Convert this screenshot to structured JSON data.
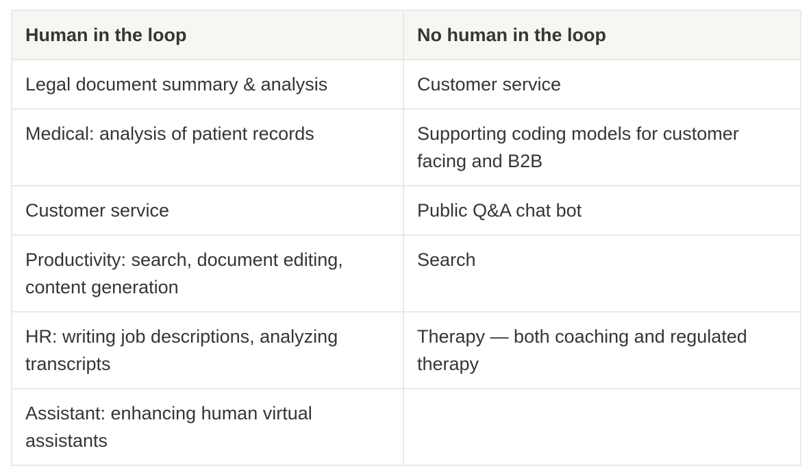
{
  "table": {
    "headers": [
      "Human in the loop",
      "No human in the loop"
    ],
    "rows": [
      [
        "Legal document summary & analysis",
        "Customer service"
      ],
      [
        "Medical: analysis of patient records",
        "Supporting coding models for customer facing and B2B"
      ],
      [
        "Customer service",
        "Public Q&A chat bot"
      ],
      [
        "Productivity: search, document editing, content generation",
        "Search"
      ],
      [
        "HR: writing job descriptions, analyzing transcripts",
        "Therapy — both coaching and regulated therapy"
      ],
      [
        "Assistant: enhancing human virtual assistants",
        ""
      ]
    ]
  },
  "colors": {
    "text": "#37352f",
    "header_bg": "#f7f6f3",
    "border": "#e9e9e7",
    "background": "#ffffff"
  }
}
